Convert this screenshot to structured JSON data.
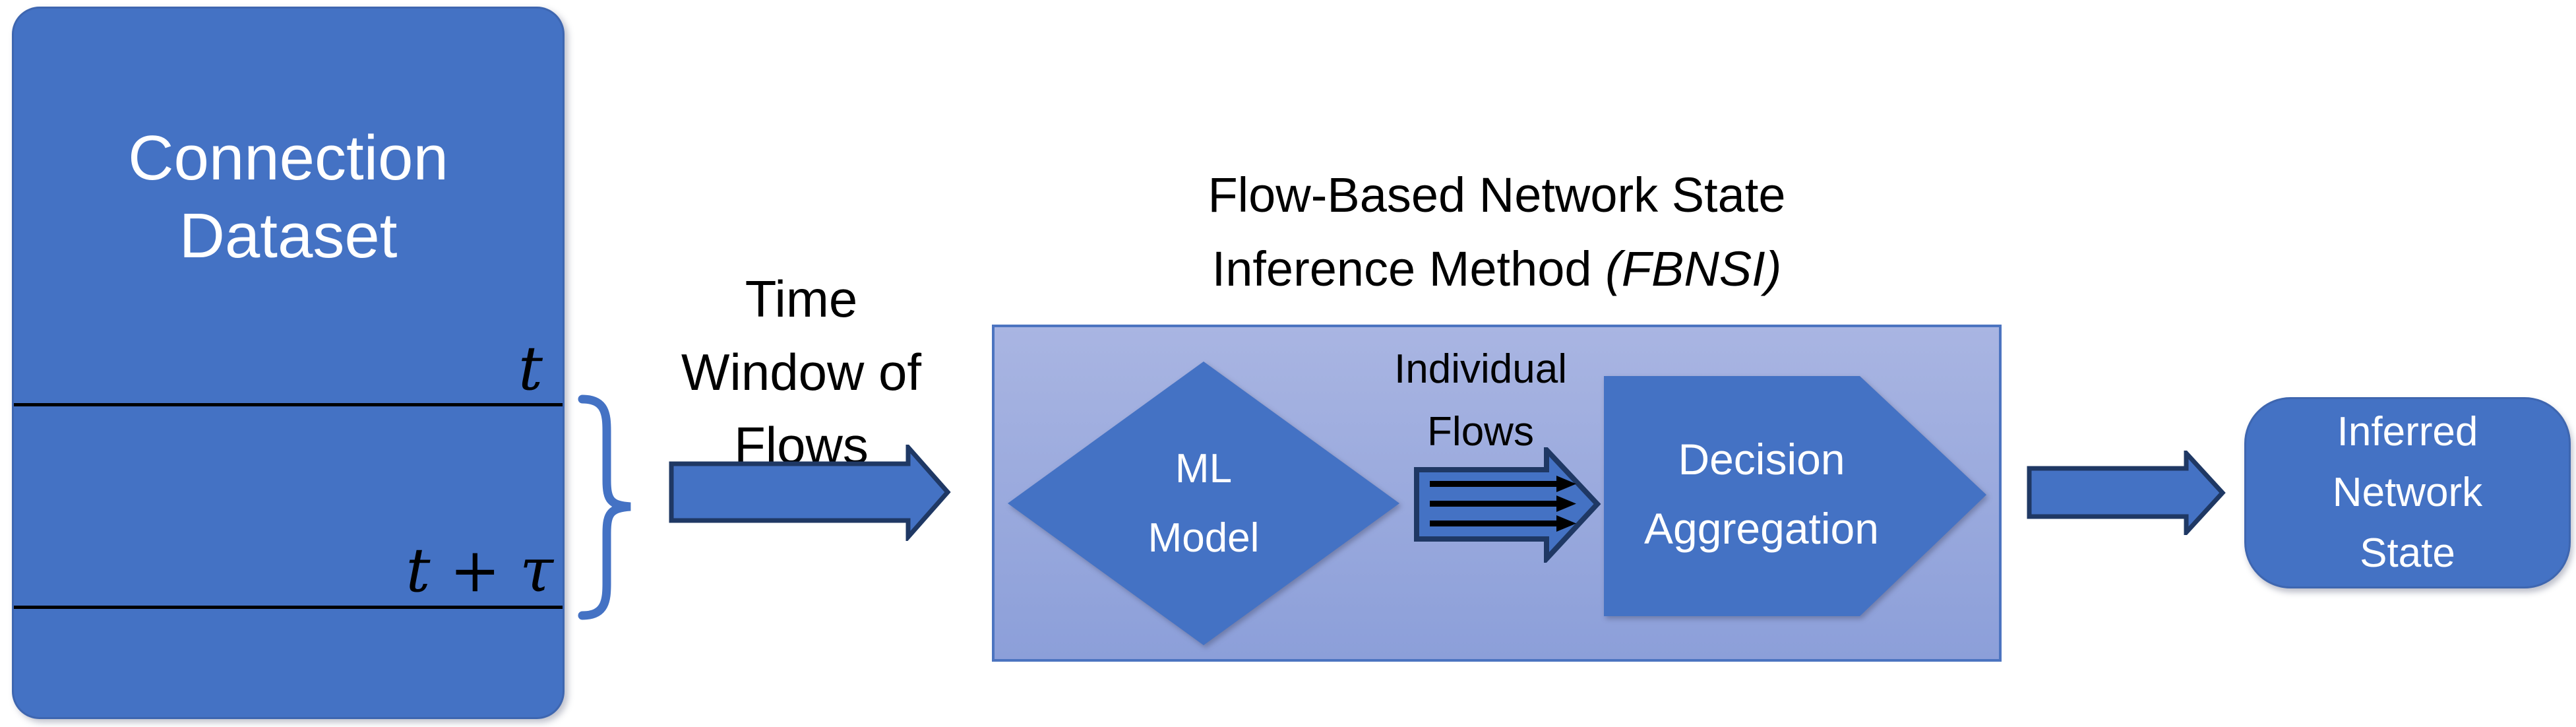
{
  "diagram": {
    "connection_dataset": {
      "title": "Connection\nDataset",
      "label_t": "t",
      "label_t_tau": "t + τ"
    },
    "time_window_label": "Time\nWindow of\nFlows",
    "fbnsi": {
      "title_line1": "Flow-Based Network State",
      "title_line2_prefix": "Inference Method ",
      "title_line2_italic": "(FBNSI)",
      "ml_model_label": "ML\nModel",
      "individual_flows_label": "Individual\nFlows",
      "decision_aggregation_label": "Decision\nAggregation"
    },
    "inferred_state_label": "Inferred\nNetwork\nState",
    "icons": [
      "right-curly-brace-icon",
      "flow-window-arrow-icon",
      "individual-flows-arrow-icon",
      "black-flow-arrows-icon",
      "ml-model-diamond-icon",
      "decision-aggregation-pentagon-icon",
      "output-arrow-icon"
    ],
    "colors": {
      "primary_blue": "#4472C4",
      "block_border": "#3E66B0",
      "fbnsi_fill_top": "#A9B5E2",
      "fbnsi_fill_bottom": "#8C9FD9",
      "fbnsi_border": "#4C74C0",
      "arrow_outline_navy": "#1F3864",
      "line_black": "#000000",
      "text_white": "#FFFFFF",
      "text_black": "#000000"
    }
  }
}
